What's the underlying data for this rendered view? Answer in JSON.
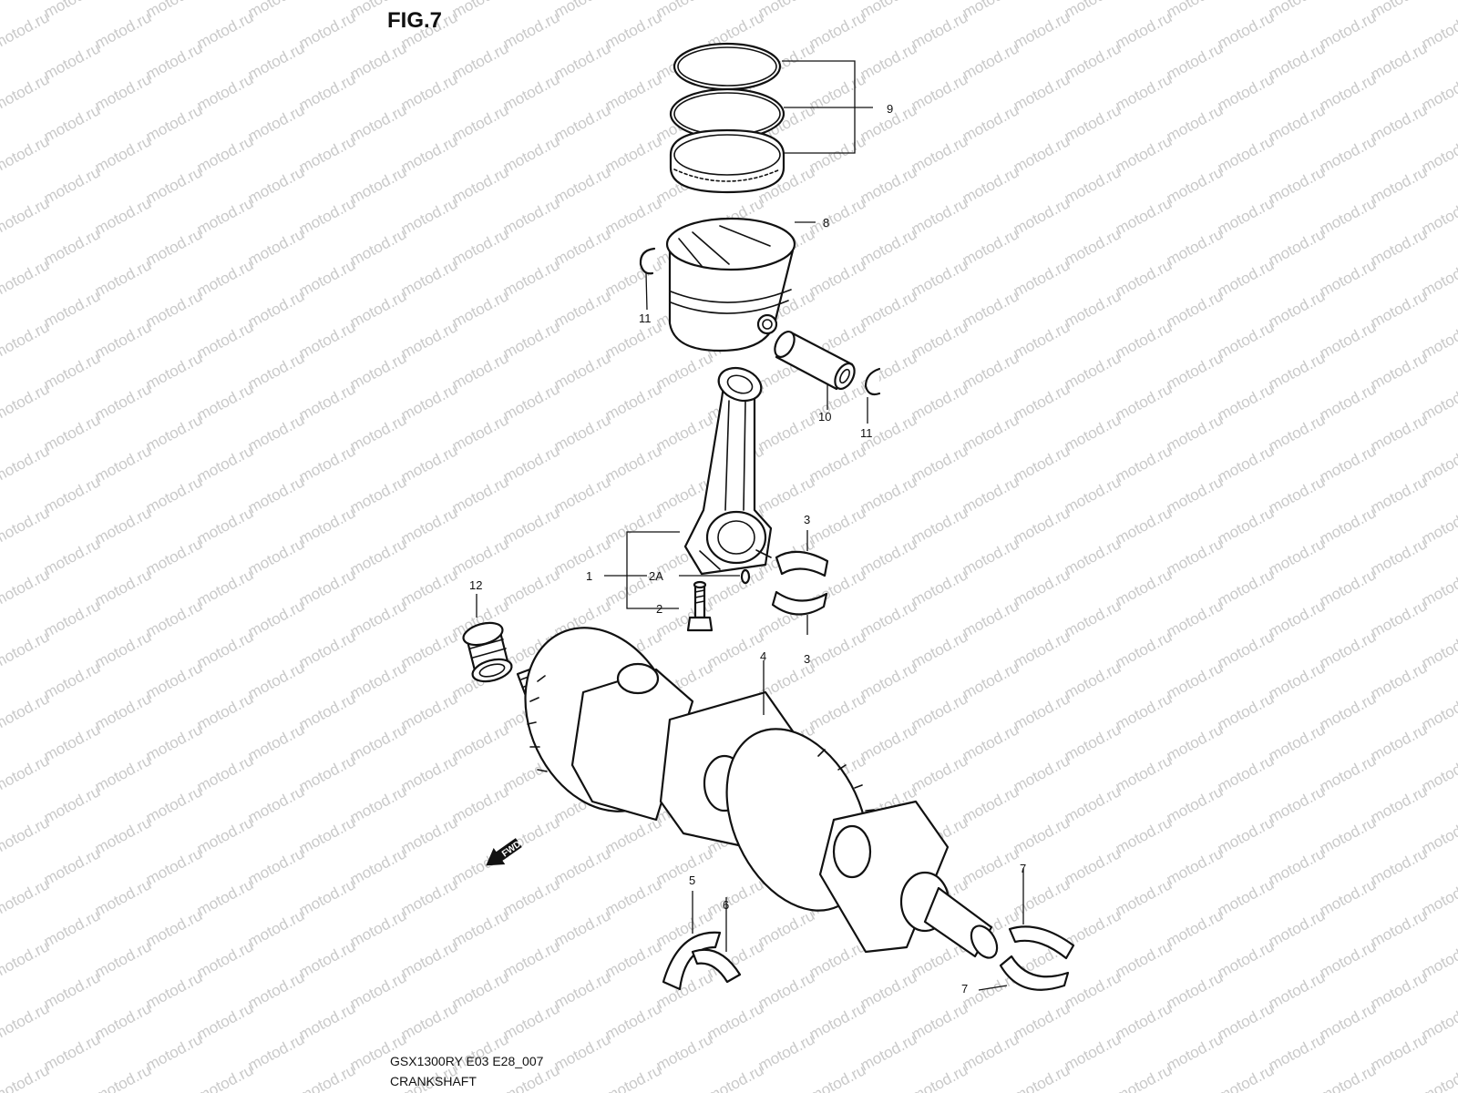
{
  "figure": {
    "label": "FIG.7"
  },
  "watermark": {
    "text": "motod.ru"
  },
  "callouts": {
    "piston_rings": "9",
    "piston": "8",
    "circlip_left": "11",
    "piston_pin": "10",
    "circlip_right": "11",
    "conrod_assy": "1",
    "conrod_nut": "2A",
    "conrod_bolt": "2",
    "bearing_upper": "3",
    "bearing_lower": "3",
    "bearing_12": "12",
    "crankshaft": "4",
    "thrust_5": "5",
    "thrust_6": "6",
    "journal_bearing_upper": "7",
    "journal_bearing_lower": "7"
  },
  "fwd_marker": {
    "text": "FWD"
  },
  "caption": {
    "model_code": "GSX1300RY E03 E28_007",
    "title": "CRANKSHAFT"
  }
}
